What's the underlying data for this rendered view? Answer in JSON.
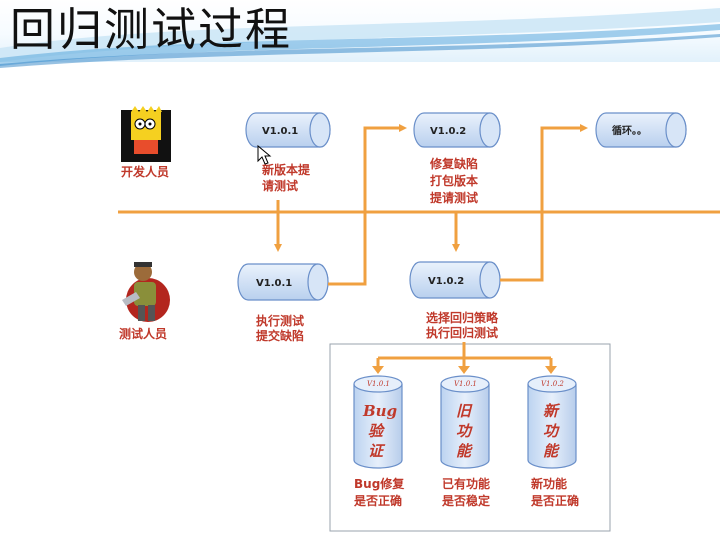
{
  "title": "回归测试过程",
  "roles": {
    "developer": "开发人员",
    "tester": "测试人员"
  },
  "cylinders": {
    "dev_v101": {
      "label": "V1.0.1",
      "caption": [
        "新版本提",
        "请测试"
      ]
    },
    "dev_v102": {
      "label": "V1.0.2",
      "caption": [
        "修复缺陷",
        "打包版本",
        "提请测试"
      ]
    },
    "dev_loop": {
      "label": "循环。。",
      "caption": []
    },
    "test_v101": {
      "label": "V1.0.1",
      "caption": [
        "执行测试",
        "提交缺陷"
      ]
    },
    "test_v102": {
      "label": "V1.0.2",
      "caption": [
        "选择回归策略",
        "执行回归测试"
      ]
    }
  },
  "strategies": [
    {
      "version": "V1.0.1",
      "lines": [
        "Bug",
        "验",
        "证"
      ],
      "caption": [
        "Bug修复",
        "是否正确"
      ]
    },
    {
      "version": "V1.0.1",
      "lines": [
        "旧",
        "功",
        "能"
      ],
      "caption": [
        "已有功能",
        "是否稳定"
      ]
    },
    {
      "version": "V1.0.2",
      "lines": [
        "新",
        "功",
        "能"
      ],
      "caption": [
        "新功能",
        "是否正确"
      ]
    }
  ],
  "colors": {
    "orange": "#f0a040",
    "cylinder_fill": "#cfe0f6",
    "cylinder_stroke": "#6a8fc9",
    "caption_red": "#c0392b"
  },
  "icons": {
    "developer": "bart-simpson-avatar-icon",
    "tester": "bug-hunter-avatar-icon"
  }
}
